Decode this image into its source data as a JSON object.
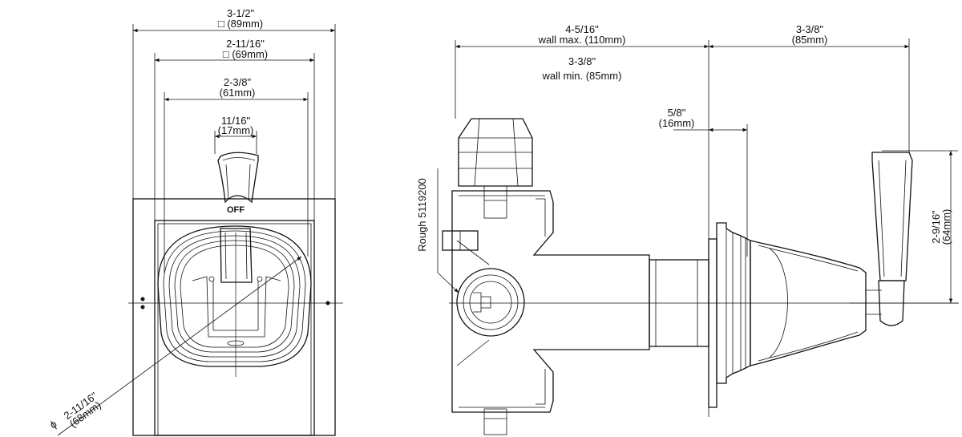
{
  "front_view": {
    "dim_outer": {
      "imperial": "3-1/2\"",
      "metric": "□ (89mm)"
    },
    "dim_inner": {
      "imperial": "2-11/16\"",
      "metric": "□ (69mm)"
    },
    "dim_width": {
      "imperial": "2-3/8\"",
      "metric": "(61mm)"
    },
    "dim_lever": {
      "imperial": "11/16\"",
      "metric": "(17mm)"
    },
    "off_label": "OFF",
    "dim_diameter": {
      "symbol": "ϕ",
      "imperial": "2-11/16\"",
      "metric": "(68mm)"
    }
  },
  "side_view": {
    "wall_max": {
      "imperial": "4-5/16\"",
      "metric": "wall max. (110mm)"
    },
    "wall_min": {
      "imperial": "3-3/8\"",
      "metric": "wall min. (85mm)"
    },
    "trim_depth": {
      "imperial": "3-3/8\"",
      "metric": "(85mm)"
    },
    "plate_gap": {
      "imperial": "5/8\"",
      "metric": "(16mm)"
    },
    "height": {
      "imperial": "2-9/16\"",
      "metric": "(64mm)"
    },
    "rough_label": "Rough 5119200"
  }
}
